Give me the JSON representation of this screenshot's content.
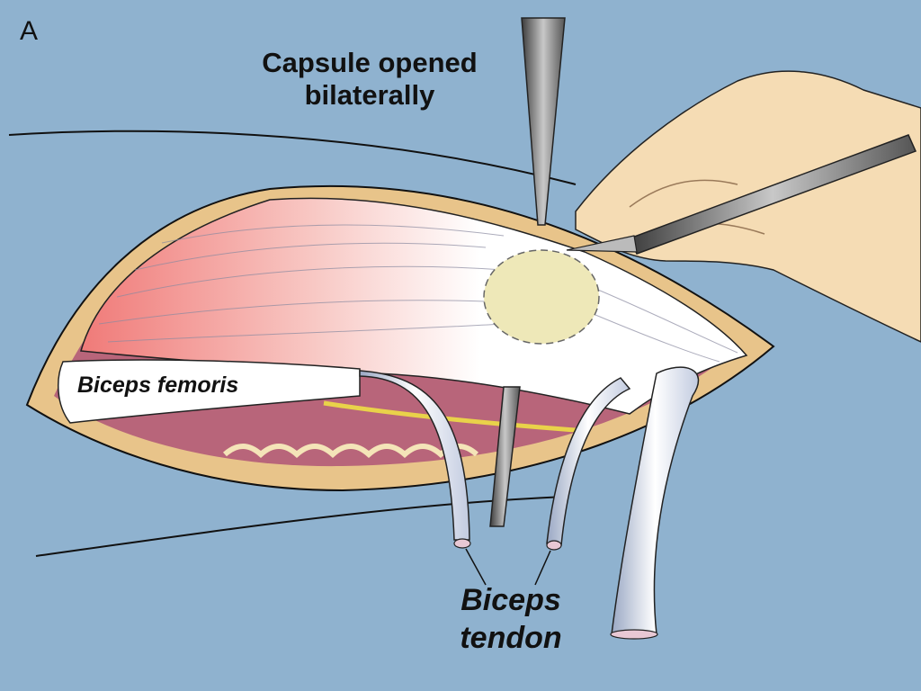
{
  "figure": {
    "panel_letter": "A",
    "labels": {
      "capsule_line1": "Capsule opened",
      "capsule_line2": "bilaterally",
      "biceps_femoris": "Biceps femoris",
      "biceps_tendon_line1": "Biceps",
      "biceps_tendon_line2": "tendon"
    }
  },
  "colors": {
    "background": "#8fb2cf",
    "fat": "#e8c48a",
    "wound_floor": "#b8657a",
    "muscle": "#f07a78",
    "capsule": "#ffffff",
    "circle_patch": "#eee8b8",
    "hand": "#f5dcb4",
    "instrument": "#5a5a5a"
  }
}
